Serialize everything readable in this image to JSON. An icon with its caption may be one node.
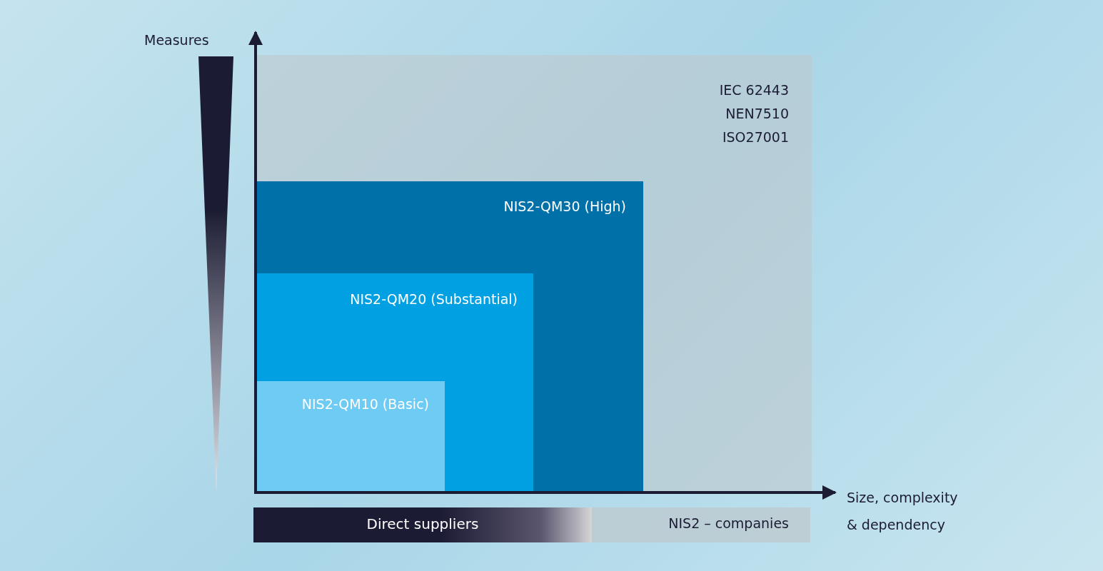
{
  "diagram": {
    "nodes": [
      {
        "text": [
          "IEC 62443",
          "NEN7510",
          "ISO27001"
        ]
      },
      {
        "text": [
          "NIS2-QM30 (High)"
        ],
        "in": 0
      },
      {
        "text": [
          "NIS2-QM20 (Substantial)"
        ],
        "in": 1
      },
      {
        "text": [
          "NIS2-QM10 (Basic)"
        ],
        "in": 2
      },
      {
        "text": [
          "Direct suppliers"
        ]
      },
      {
        "text": [
          "NIS2 – companies"
        ]
      }
    ],
    "labels": [
      "Measures",
      "Size, complexity & dependency"
    ]
  }
}
